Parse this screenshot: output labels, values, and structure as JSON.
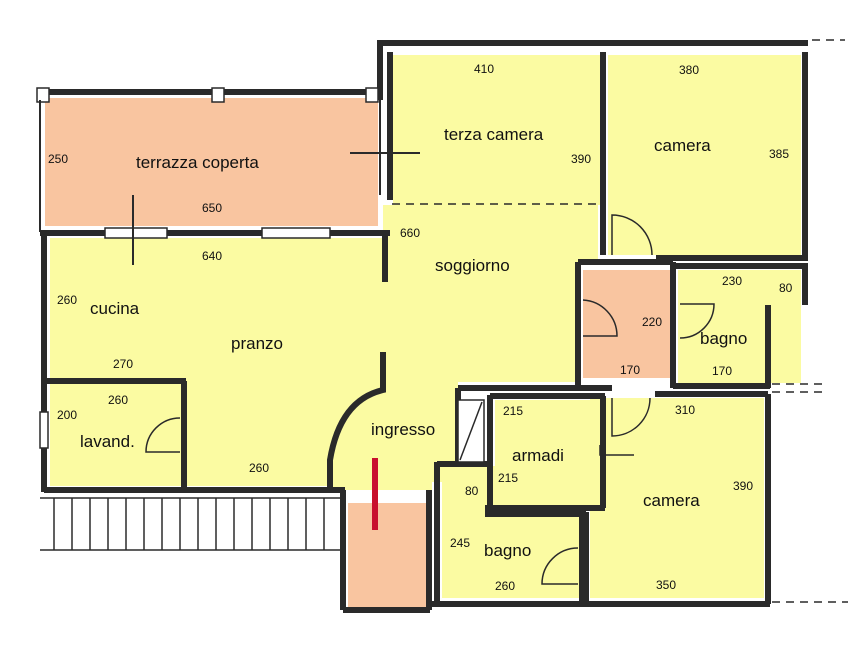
{
  "colors": {
    "room_fill": "#fbfba2",
    "terrace_fill": "#f9c5a0",
    "wall": "#2a2a2a",
    "entry_marker": "#c8102e"
  },
  "rooms": {
    "terrazza": "terrazza coperta",
    "terza_camera": "terza camera",
    "camera_top": "camera",
    "soggiorno": "soggiorno",
    "cucina": "cucina",
    "pranzo": "pranzo",
    "bagno_right": "bagno",
    "lavand": "lavand.",
    "ingresso": "ingresso",
    "armadi": "armadi",
    "camera_bottom": "camera",
    "bagno_bottom": "bagno"
  },
  "dimensions": {
    "terrazza_h": "250",
    "terrazza_w": "650",
    "terza_w": "410",
    "terza_h": "390",
    "camera_top_w": "380",
    "camera_top_h": "385",
    "soggiorno_w": "660",
    "cucina_w": "640",
    "cucina_h": "260",
    "pranzo_div": "270",
    "lavand_w": "260",
    "lavand_h": "200",
    "pranzo_bottom": "260",
    "bagno_r_w": "230",
    "bagno_r_side": "80",
    "disimpegno_h": "220",
    "disimpegno_w": "170",
    "bagno_r_bottom": "170",
    "armadi_w": "215",
    "armadi_h": "215",
    "camera_bottom_w": "310",
    "camera_bottom_h": "390",
    "camera_bottom_b": "350",
    "bagno_b_top": "80",
    "bagno_b_h": "245",
    "bagno_b_w": "260"
  }
}
